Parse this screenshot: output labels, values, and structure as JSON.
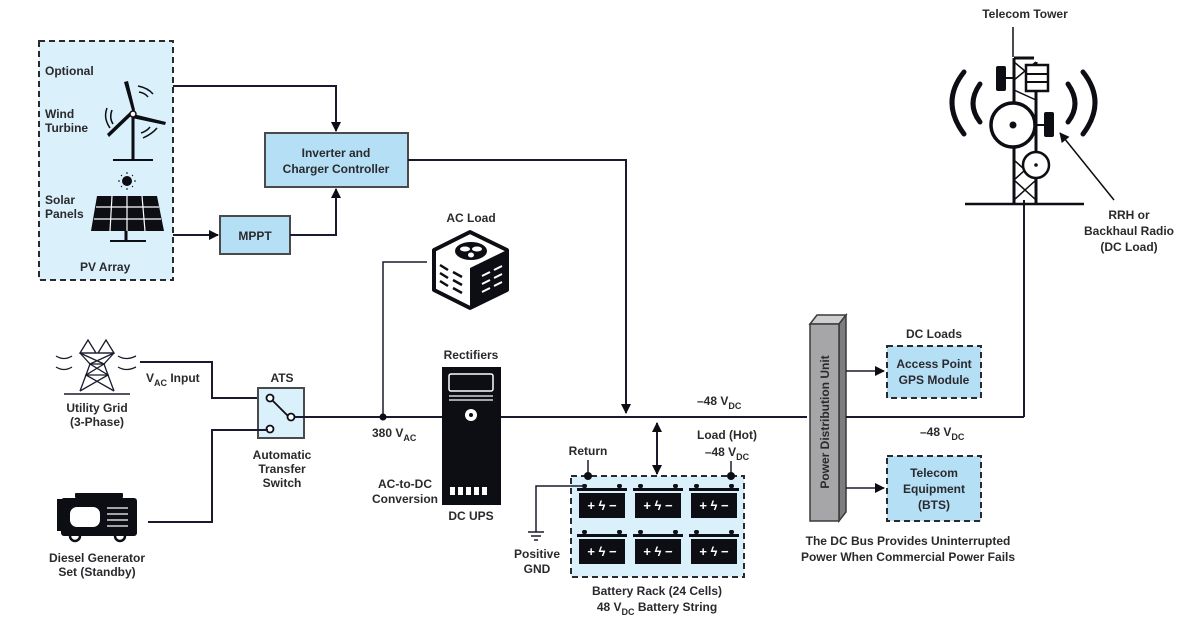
{
  "diagram": {
    "title": "Telecom Site DC Power System",
    "pv_region": {
      "optional_label": "Optional",
      "wind_label_line1": "Wind",
      "wind_label_line2": "Turbine",
      "solar_label_line1": "Solar",
      "solar_label_line2": "Panels",
      "array_label": "PV Array"
    },
    "mppt": {
      "label": "MPPT"
    },
    "inverter": {
      "line1": "Inverter and",
      "line2": "Charger Controller"
    },
    "ac_load": {
      "label": "AC Load"
    },
    "utility_grid": {
      "line1": "Utility Grid",
      "line2": "(3-Phase)"
    },
    "vac_input": {
      "main": "V",
      "sub": "AC",
      "rest": " Input"
    },
    "ats": {
      "title": "ATS",
      "line1": "Automatic",
      "line2": "Transfer",
      "line3": "Switch"
    },
    "diesel": {
      "line1": "Diesel Generator",
      "line2": "Set (Standby)"
    },
    "ac_bus_voltage": {
      "main": "380 V",
      "sub": "AC"
    },
    "rectifiers": {
      "title": "Rectifiers",
      "bottom": "DC UPS",
      "conv_line1": "AC-to-DC",
      "conv_line2": "Conversion"
    },
    "dc_bus_voltage_top": {
      "main": "–48 V",
      "sub": "DC"
    },
    "dc_bus_voltage_right": {
      "main": "–48 V",
      "sub": "DC"
    },
    "battery": {
      "return_label": "Return",
      "load_line1": "Load (Hot)",
      "load_line2_main": "–48 V",
      "load_line2_sub": "DC",
      "gnd_line1": "Positive",
      "gnd_line2": "GND",
      "caption_line1": "Battery Rack (24 Cells)",
      "caption_line2_a": "48 V",
      "caption_line2_sub": "DC",
      "caption_line2_b": " Battery String",
      "cell_symbols": "+ ϟ −",
      "cells": 6
    },
    "pdu": {
      "label": "Power Distribution Unit"
    },
    "dc_loads": {
      "title": "DC Loads",
      "box1_line1": "Access Point",
      "box1_line2": "GPS Module",
      "box2_line1": "Telecom",
      "box2_line2": "Equipment",
      "box2_line3": "(BTS)"
    },
    "dc_bus_note": {
      "line1": "The DC Bus Provides Uninterrupted",
      "line2": "Power When Commercial Power Fails"
    },
    "tower": {
      "title": "Telecom Tower",
      "rrh_line1": "RRH or",
      "rrh_line2": "Backhaul Radio",
      "rrh_line3": "(DC Load)"
    },
    "colors": {
      "box_fill": "#b5dff5",
      "region_fill": "#daf0fb",
      "ink": "#0d0d14",
      "pdu_gray": "#a6a6a8"
    }
  }
}
